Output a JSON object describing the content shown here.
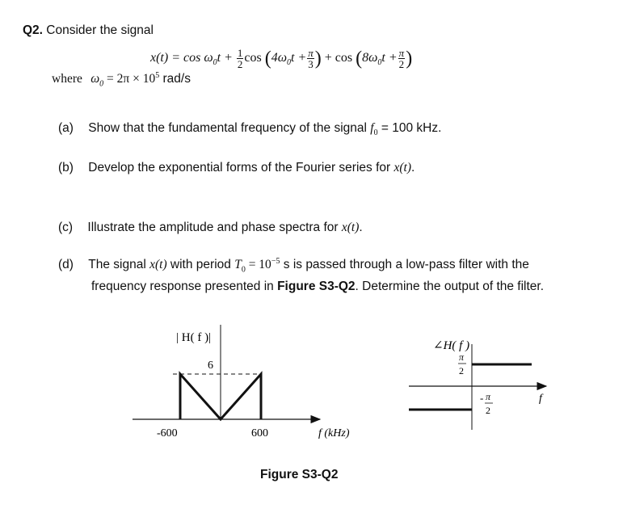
{
  "question": {
    "number": "Q2.",
    "intro": "Consider the signal",
    "eq_lhs": "x(t) = cos ω",
    "eq_term1_tail": "t +",
    "frac_half_num": "1",
    "frac_half_den": "2",
    "eq_cos2": "cos",
    "eq_arg2": "4ω",
    "eq_arg2_tail": "t +",
    "frac_pi3_num": "π",
    "frac_pi3_den": "3",
    "eq_plus": "+ cos",
    "eq_arg3": "8ω",
    "eq_arg3_tail": "t +",
    "frac_pi2_num": "π",
    "frac_pi2_den": "2",
    "sub0": "0",
    "where_label": "where",
    "where_expr": "ω",
    "where_rhs": " = 2π × 10",
    "where_exp": "5",
    "where_unit": " rad/s"
  },
  "parts": {
    "a_label": "(a)",
    "a_text": "Show that the fundamental frequency of the signal ",
    "a_math": "f",
    "a_tail": " = 100 kHz.",
    "b_label": "(b)",
    "b_text": "Develop the exponential forms of the Fourier series for ",
    "b_math": "x(t)",
    "b_tail": ".",
    "c_label": "(c)",
    "c_text": "Illustrate the amplitude and phase spectra for ",
    "c_math": "x(t)",
    "c_tail": ".",
    "d_label": "(d)",
    "d_text1": "The signal ",
    "d_math1": "x(t)",
    "d_text2": " with period ",
    "d_math2": "T",
    "d_text3": " = 10",
    "d_exp": "−5",
    "d_text4": " s is passed through a low-pass filter with the",
    "d_line2a": "frequency response presented in ",
    "d_line2b": "Figure S3-Q2",
    "d_line2c": ". Determine the output of the filter."
  },
  "figure": {
    "caption": "Figure S3-Q2",
    "mag": {
      "label": "| H( f )|",
      "peak_label": "6",
      "tick_neg": "-600",
      "tick_pos": "600",
      "axis_label": "f (kHz)",
      "breakpoints_khz": [
        -600,
        0,
        600
      ],
      "peak_value": 6
    },
    "phase": {
      "label": "∠H( f )",
      "pos_num": "π",
      "pos_den": "2",
      "neg_sign": "-",
      "neg_num": "π",
      "neg_den": "2",
      "axis_label": "f",
      "levels": [
        "π/2",
        "-π/2"
      ]
    }
  }
}
